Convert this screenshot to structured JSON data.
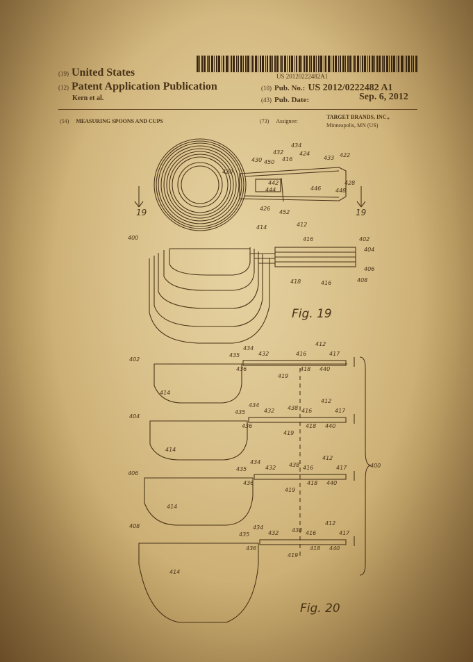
{
  "header": {
    "country_code": "(19)",
    "country": "United States",
    "type_code": "(12)",
    "type": "Patent Application Publication",
    "inventor": "Kern et al.",
    "barcode_number": "US 20120222482A1",
    "pub_no_code": "(10)",
    "pub_no_label": "Pub. No.:",
    "pub_no": "US 2012/0222482 A1",
    "pub_date_code": "(43)",
    "pub_date_label": "Pub. Date:",
    "pub_date": "Sep. 6, 2012"
  },
  "fields": {
    "title_code": "(54)",
    "title": "MEASURING SPOONS AND CUPS",
    "assignee_code": "(73)",
    "assignee_label": "Assignee:",
    "assignee_name": "TARGET BRANDS, INC.,",
    "assignee_location": "Minneapolis, MN (US)"
  },
  "figures": {
    "fig19_label": "Fig. 19",
    "fig20_label": "Fig. 20",
    "section_left": "19",
    "section_right": "19",
    "ref_400_top": "400",
    "ref_400_side": "400",
    "top_view_refs": [
      "434",
      "432",
      "424",
      "433",
      "422",
      "430",
      "450",
      "416",
      "420",
      "442",
      "444",
      "446",
      "448",
      "428",
      "426",
      "452",
      "412",
      "414"
    ],
    "nested_refs": [
      "416",
      "402",
      "404",
      "406",
      "408",
      "418",
      "416"
    ],
    "cup_labels": [
      "402",
      "404",
      "406",
      "408"
    ],
    "cup_refs": [
      "435",
      "434",
      "432",
      "438",
      "416",
      "412",
      "417",
      "436",
      "419",
      "418",
      "440",
      "414"
    ]
  },
  "colors": {
    "ink": "#4a3418",
    "paper": "#dcc48f"
  }
}
